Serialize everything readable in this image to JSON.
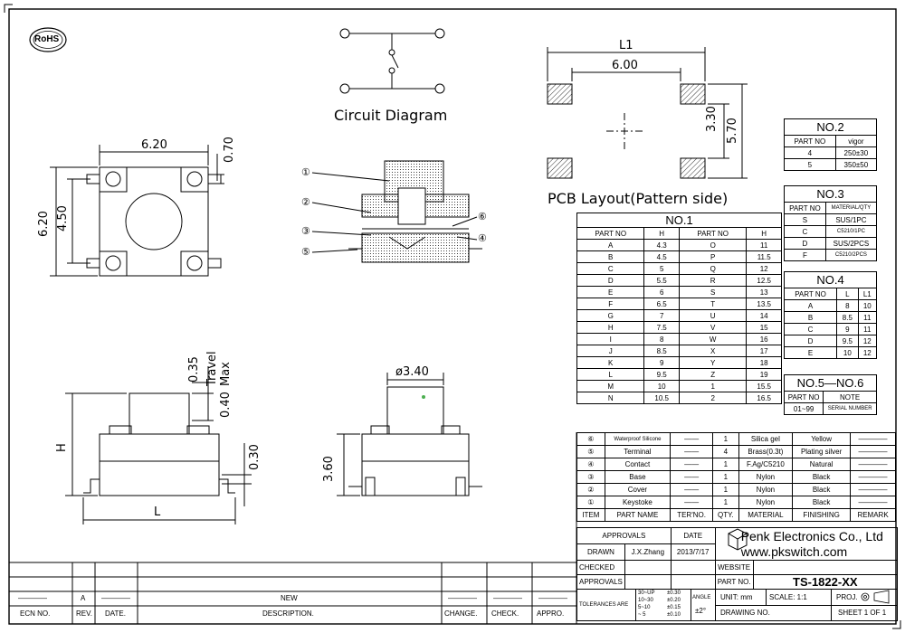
{
  "rohs_logo": "RoHS",
  "circuit_label": "Circuit Diagram",
  "pcb_label": "PCB Layout(Pattern side)",
  "dimensions": {
    "pcb_l1": "L1",
    "pcb_600": "6.00",
    "pcb_330": "3.30",
    "pcb_570": "5.70",
    "top_620_w": "6.20",
    "top_070": "0.70",
    "top_620_h": "6.20",
    "top_450": "4.50",
    "side_035": "0.35",
    "side_travel": "Travel",
    "side_040": "0.40",
    "side_max": "Max",
    "side_h": "H",
    "side_030": "0.30",
    "side_l": "L",
    "front_dia": "ø3.40",
    "front_360": "3.60"
  },
  "callouts": [
    "①",
    "②",
    "③",
    "④",
    "⑤",
    "⑥"
  ],
  "no2": {
    "title": "NO.2",
    "headers": [
      "PART NO",
      "vigor"
    ],
    "rows": [
      [
        "4",
        "250±30"
      ],
      [
        "5",
        "350±50"
      ]
    ]
  },
  "no3": {
    "title": "NO.3",
    "headers": [
      "PART NO",
      "MATERIAL/QTY"
    ],
    "rows": [
      [
        "S",
        "SUS/1PC"
      ],
      [
        "C",
        "C5210/1PC"
      ],
      [
        "D",
        "SUS/2PCS"
      ],
      [
        "F",
        "C5210/2PCS"
      ]
    ]
  },
  "no4": {
    "title": "NO.4",
    "headers": [
      "PART NO",
      "L",
      "L1"
    ],
    "rows": [
      [
        "A",
        "8",
        "10"
      ],
      [
        "B",
        "8.5",
        "11"
      ],
      [
        "C",
        "9",
        "11"
      ],
      [
        "D",
        "9.5",
        "12"
      ],
      [
        "E",
        "10",
        "12"
      ]
    ]
  },
  "no56": {
    "title": "NO.5—NO.6",
    "headers": [
      "PART NO",
      "NOTE"
    ],
    "rows": [
      [
        "01~99",
        "SERIAL NUMBER"
      ]
    ]
  },
  "no1": {
    "title": "NO.1",
    "headers": [
      "PART NO",
      "H",
      "PART NO",
      "H"
    ],
    "rows": [
      [
        "A",
        "4.3",
        "O",
        "11"
      ],
      [
        "B",
        "4.5",
        "P",
        "11.5"
      ],
      [
        "C",
        "5",
        "Q",
        "12"
      ],
      [
        "D",
        "5.5",
        "R",
        "12.5"
      ],
      [
        "E",
        "6",
        "S",
        "13"
      ],
      [
        "F",
        "6.5",
        "T",
        "13.5"
      ],
      [
        "G",
        "7",
        "U",
        "14"
      ],
      [
        "H",
        "7.5",
        "V",
        "15"
      ],
      [
        "I",
        "8",
        "W",
        "16"
      ],
      [
        "J",
        "8.5",
        "X",
        "17"
      ],
      [
        "K",
        "9",
        "Y",
        "18"
      ],
      [
        "L",
        "9.5",
        "Z",
        "19"
      ],
      [
        "M",
        "10",
        "1",
        "15.5"
      ],
      [
        "N",
        "10.5",
        "2",
        "16.5"
      ]
    ]
  },
  "bom": {
    "rows": [
      [
        "⑥",
        "Waterproof Silicone",
        "——",
        "1",
        "Silica gel",
        "Yellow",
        "————"
      ],
      [
        "⑤",
        "Terminal",
        "——",
        "4",
        "Brass(0.3t)",
        "Plating silver",
        "————"
      ],
      [
        "④",
        "Contact",
        "——",
        "1",
        "F.Ag/C5210",
        "Natural",
        "————"
      ],
      [
        "③",
        "Base",
        "——",
        "1",
        "Nylon",
        "Black",
        "————"
      ],
      [
        "②",
        "Cover",
        "——",
        "1",
        "Nylon",
        "Black",
        "————"
      ],
      [
        "①",
        "Keystoke",
        "——",
        "1",
        "Nylon",
        "Black",
        "————"
      ]
    ],
    "headers": [
      "ITEM",
      "PART NAME",
      "TER'NO.",
      "QTY.",
      "MATERIAL",
      "FINISHING",
      "REMARK"
    ]
  },
  "title_block": {
    "approvals": "APPROVALS",
    "date": "DATE",
    "company": "Penk Electronics Co., Ltd",
    "website_url": "www.pkswitch.com",
    "drawn": "DRAWN",
    "drawn_by": "J.X.Zhang",
    "drawn_date": "2013/7/17",
    "checked": "CHECKED",
    "website": "WEBSITE",
    "approvals2": "APPROVALS",
    "part_no_label": "PART NO.",
    "part_no": "TS-1822-XX",
    "tolerances": "TOLERANCES ARE",
    "tol": [
      [
        "30~UP",
        "±0.30"
      ],
      [
        "10~30",
        "±0.20"
      ],
      [
        "5~10",
        "±0.15"
      ],
      [
        "~ 5",
        "±0.10"
      ]
    ],
    "angle": "ANGLE",
    "angle_val": "±2°",
    "unit": "UNIT: mm",
    "scale": "SCALE:  1:1",
    "proj": "PROJ.",
    "drawing_no": "DRAWING NO.",
    "sheet": "SHEET  1  OF  1"
  },
  "revision": {
    "row_a": [
      "————",
      "A",
      "————",
      "NEW",
      "————",
      "————",
      "————"
    ],
    "headers": [
      "ECN NO.",
      "REV.",
      "DATE.",
      "DESCRIPTION.",
      "CHANGE.",
      "CHECK.",
      "APPRO."
    ]
  },
  "colors": {
    "hatch": "#000000",
    "accent_green": "#4caf50"
  }
}
